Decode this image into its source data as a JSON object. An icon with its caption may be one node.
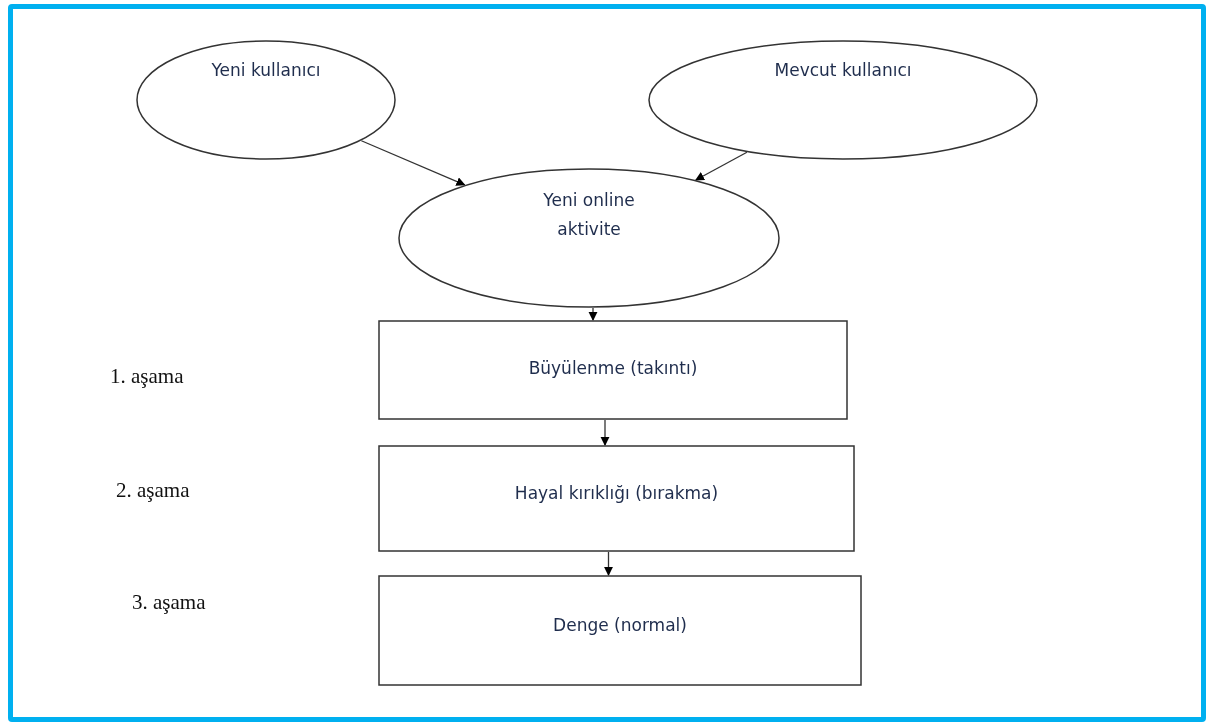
{
  "diagram": {
    "nodes": [
      {
        "text": [
          "Yeni kullanıcı"
        ]
      },
      {
        "text": [
          "Mevcut kullanıcı"
        ]
      },
      {
        "text": [
          "Yeni online aktivite"
        ]
      },
      {
        "text": [
          "Büyülenme (takıntı)"
        ]
      },
      {
        "text": [
          "Hayal kırıklığı (bırakma)"
        ]
      },
      {
        "text": [
          "Denge (normal)"
        ]
      }
    ],
    "labels": [
      "1. aşama",
      "2. aşama",
      "3. aşama"
    ],
    "edges": [
      {
        "from": 0,
        "to": 2,
        "arrow": "to"
      },
      {
        "from": 1,
        "to": 2,
        "arrow": "to"
      },
      {
        "from": 2,
        "to": 3,
        "arrow": "to"
      },
      {
        "from": 3,
        "to": 4,
        "arrow": "to"
      },
      {
        "from": 4,
        "to": 5,
        "arrow": "to"
      }
    ]
  }
}
